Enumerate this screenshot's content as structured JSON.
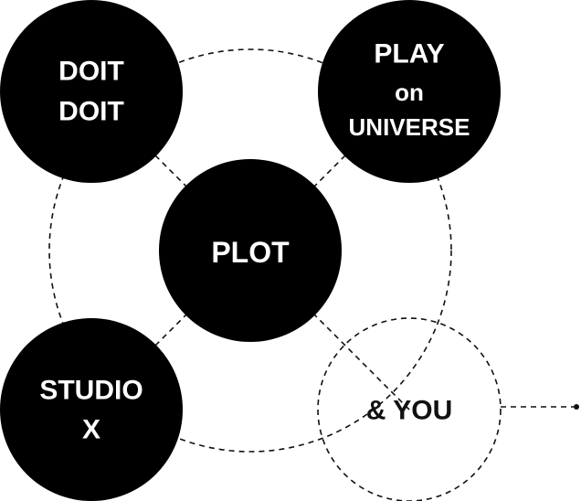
{
  "diagram": {
    "nodes": {
      "top_left": {
        "lines": [
          "DOIT",
          "DOIT"
        ]
      },
      "top_right": {
        "lines": [
          "PLAY",
          "on",
          "UNIVERSE"
        ]
      },
      "center": {
        "lines": [
          "PLOT"
        ]
      },
      "bottom_left": {
        "lines": [
          "STUDIO",
          "X"
        ]
      },
      "bottom_right": {
        "lines": [
          "& YOU"
        ]
      }
    },
    "colors": {
      "node_fill": "#000000",
      "node_text": "#ffffff",
      "outline": "#111111",
      "background": "#ffffff"
    }
  }
}
